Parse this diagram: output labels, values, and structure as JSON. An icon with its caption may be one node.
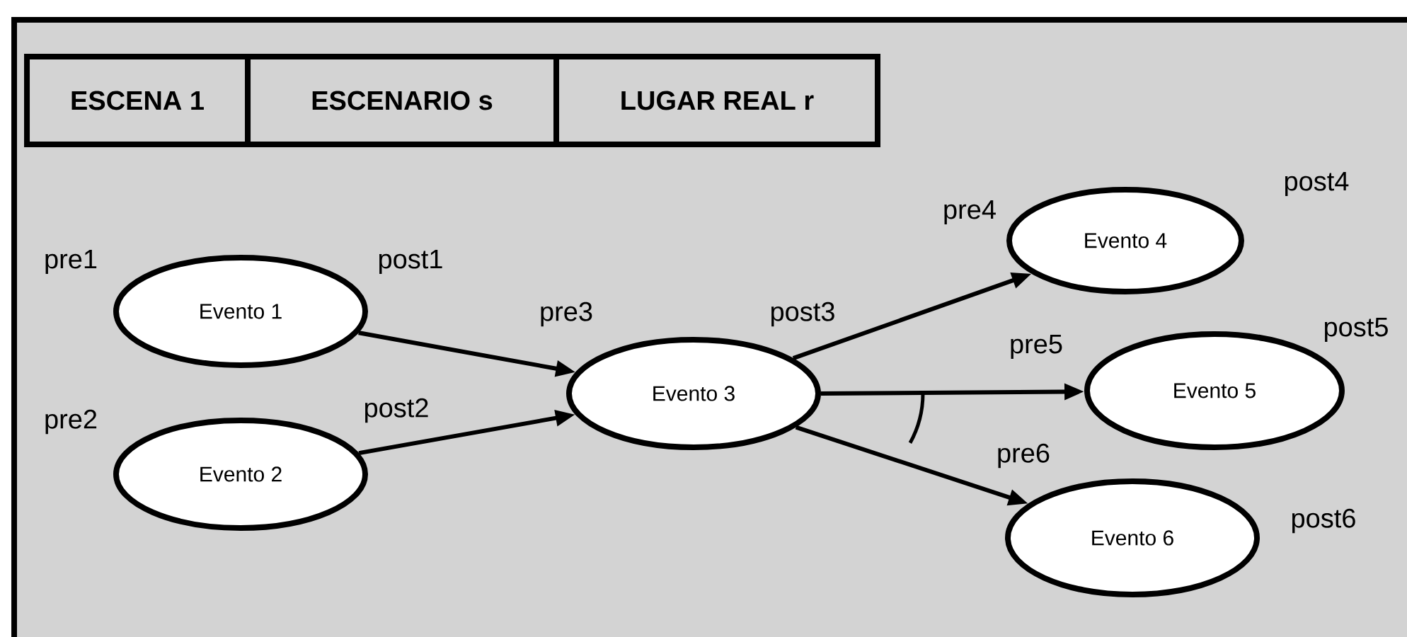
{
  "diagram": {
    "nodes": [
      {
        "text": [
          "ESCENA 1"
        ]
      },
      {
        "text": [
          "ESCENARIO s"
        ]
      },
      {
        "text": [
          "LUGAR REAL r"
        ]
      },
      {
        "text": [
          "Evento 1"
        ],
        "beside": [
          "pre1",
          "post1"
        ]
      },
      {
        "text": [
          "Evento 2"
        ],
        "beside": [
          "pre2",
          "post2"
        ]
      },
      {
        "text": [
          "Evento 3"
        ],
        "beside": [
          "pre3",
          "post3"
        ]
      },
      {
        "text": [
          "Evento 4"
        ],
        "beside": [
          "pre4",
          "post4"
        ]
      },
      {
        "text": [
          "Evento 5"
        ],
        "beside": [
          "pre5",
          "post5"
        ]
      },
      {
        "text": [
          "Evento 6"
        ],
        "beside": [
          "pre6",
          "post6"
        ]
      }
    ],
    "edges": [
      {
        "from": 3,
        "to": 5,
        "arrow": "to"
      },
      {
        "from": 4,
        "to": 5,
        "arrow": "to"
      },
      {
        "from": 5,
        "to": 6,
        "arrow": "to"
      },
      {
        "from": 5,
        "to": 7,
        "arrow": "to"
      },
      {
        "from": 5,
        "to": 8,
        "arrow": "to"
      }
    ]
  }
}
